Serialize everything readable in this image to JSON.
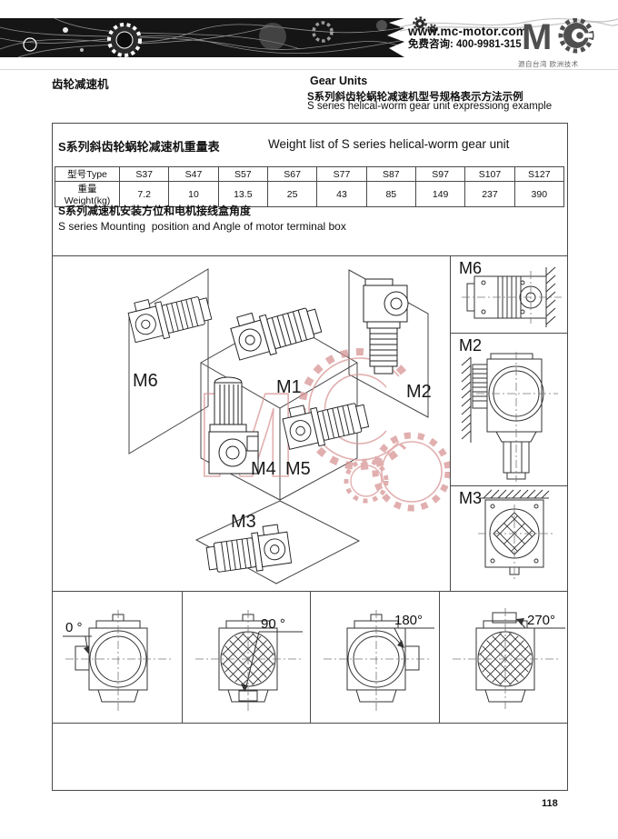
{
  "header": {
    "website": "www.mc-motor.com",
    "hotline": "免费咨询: 400-9981-315",
    "logo": {
      "m": "M",
      "tagline": "源自台湾 欧洲技术"
    },
    "section_cn": "齿轮减速机",
    "section_en": "Gear Units",
    "page_title_cn": "S系列斜齿轮蜗轮减速机型号规格表示方法示例",
    "page_title_en": "S series helical-worm gear unit expressiong example"
  },
  "weight_table": {
    "title_cn": "S系列斜齿轮蜗轮减速机重量表",
    "title_en": "Weight list of S series helical-worm gear unit",
    "type_label": "型号Type",
    "weight_label": "重量Weight(kg)",
    "types": [
      "S37",
      "S47",
      "S57",
      "S67",
      "S77",
      "S87",
      "S97",
      "S107",
      "S127"
    ],
    "weights": [
      "7.2",
      "10",
      "13.5",
      "25",
      "43",
      "85",
      "149",
      "237",
      "390"
    ]
  },
  "mounting": {
    "title_cn": "S系列减速机安装方位和电机接线盒角度",
    "title_en": "S series Mounting  position and Angle of motor terminal box",
    "labels": {
      "m1": "M1",
      "m2": "M2",
      "m3": "M3",
      "m4": "M4",
      "m5": "M5",
      "m6": "M6"
    },
    "side_panels": [
      {
        "label": "M6"
      },
      {
        "label": "M2"
      },
      {
        "label": "M3"
      }
    ],
    "angles": [
      {
        "label": "0 °"
      },
      {
        "label": "90 °"
      },
      {
        "label": "180°"
      },
      {
        "label": "270°"
      }
    ],
    "watermark_letter": "M"
  },
  "page_number": "118",
  "colors": {
    "watermark": "#d89595",
    "banner": "#151515",
    "line": "#4a4a4a"
  }
}
